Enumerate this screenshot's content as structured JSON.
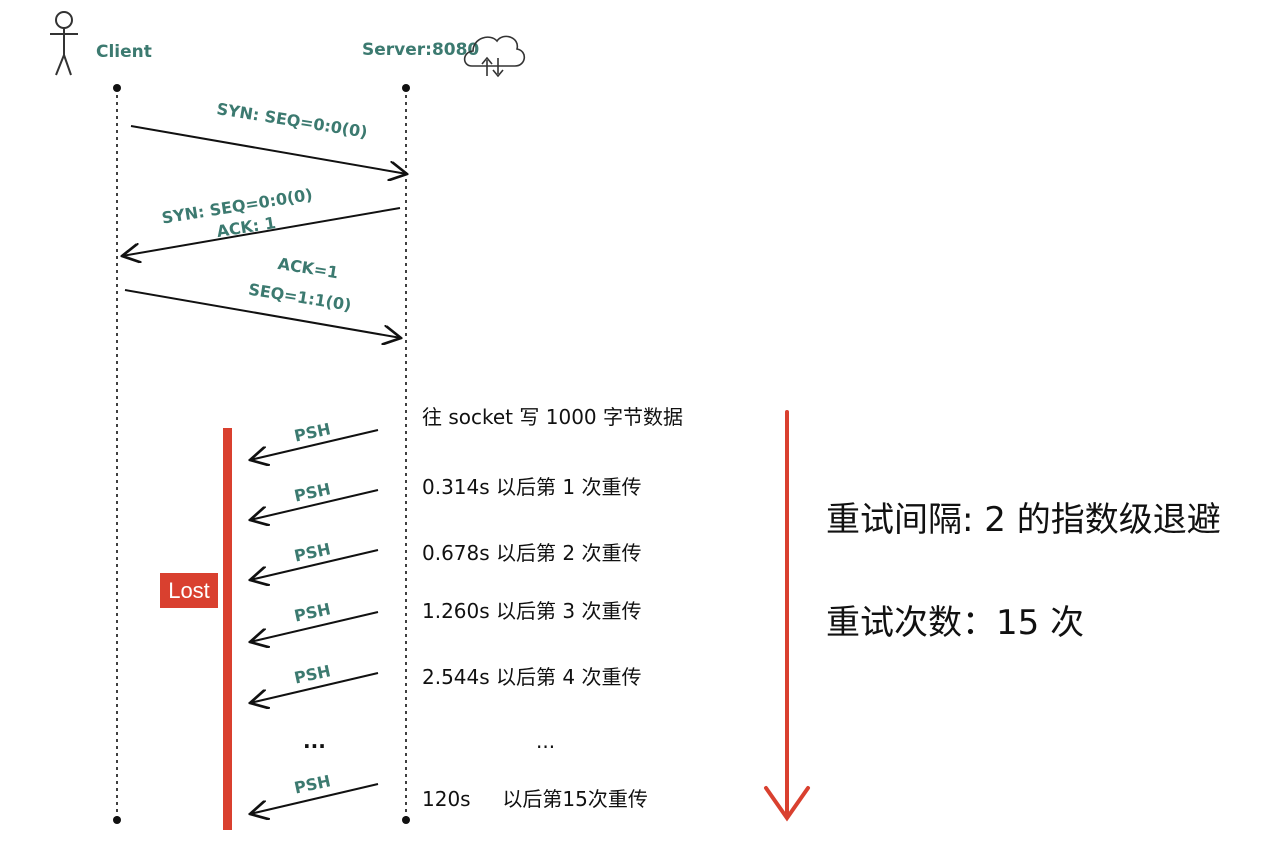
{
  "client_label": "Client",
  "server_label": "Server:8080",
  "handshake": [
    {
      "id": "syn",
      "lines": [
        "SYN:  SEQ=0:0(0)"
      ]
    },
    {
      "id": "syn-ack",
      "lines": [
        "SYN:  SEQ=0:0(0)",
        "ACK: 1"
      ]
    },
    {
      "id": "ack",
      "lines": [
        "ACK=1",
        "SEQ=1:1(0)"
      ]
    }
  ],
  "psh_label": "PSH",
  "write_note": "往 socket 写 1000 字节数据",
  "retransmissions": [
    "0.314s 以后第 1 次重传",
    "0.678s 以后第 2 次重传",
    "1.260s 以后第 3 次重传",
    "2.544s 以后第 4 次重传"
  ],
  "ellipsis_left": "...",
  "ellipsis_right": "...",
  "final_retransmission": "120s     以后第15次重传",
  "lost_label": "Lost",
  "retry_interval_text": "重试间隔: 2 的指数级退避",
  "retry_count_text": "重试次数：15 次",
  "colors": {
    "label_green": "#3c7a70",
    "lost_red": "#d9402f",
    "arrow_black": "#111111"
  }
}
